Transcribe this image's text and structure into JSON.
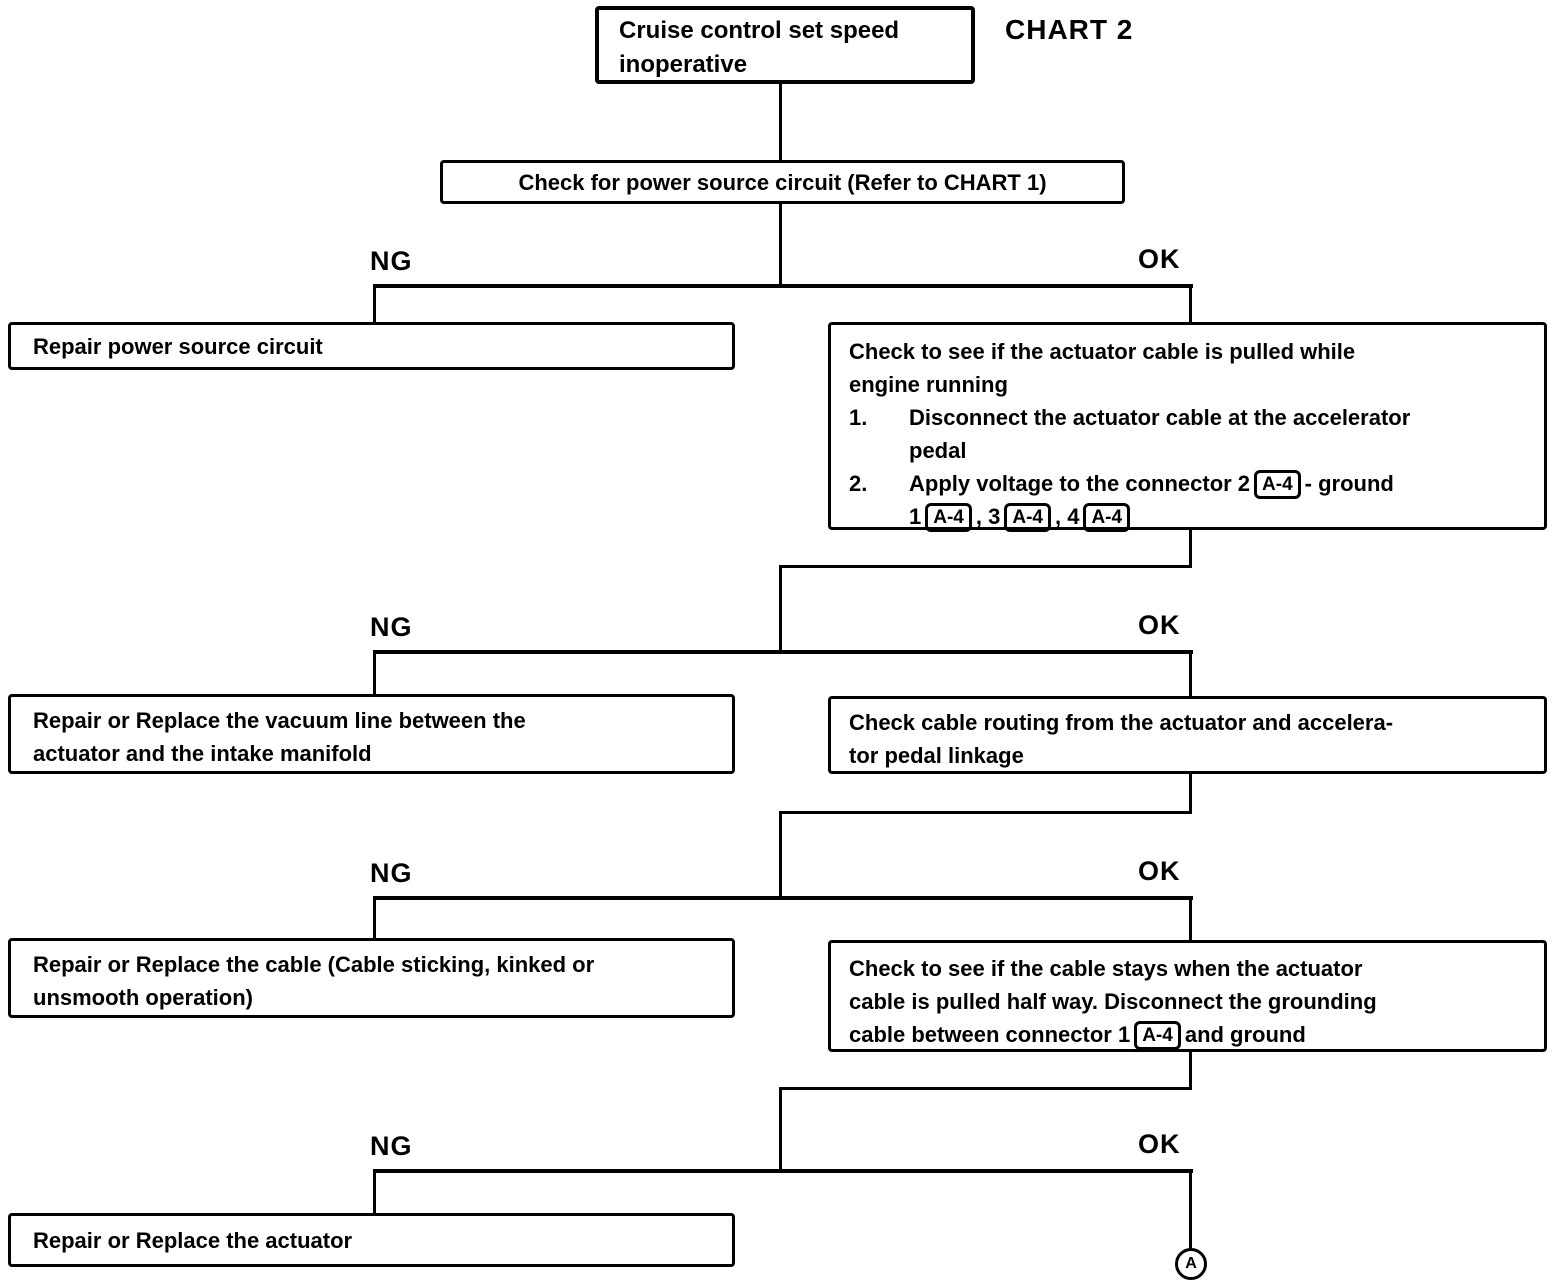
{
  "chart_label": "CHART 2",
  "branch_label_ng": "NG",
  "branch_label_ok": "OK",
  "chip_label": "A-4",
  "connector_circle_label": "A",
  "nodes": {
    "root": {
      "line1": "Cruise control set speed",
      "line2": "inoperative"
    },
    "check_power": {
      "text": "Check for power source circuit (Refer to CHART 1)"
    },
    "repair_power": {
      "text": "Repair power source circuit"
    },
    "check_actuator_pull": {
      "intro_line1": "Check to see if the actuator cable is pulled while",
      "intro_line2": "engine running",
      "item1_num": "1.",
      "item1_line1": "Disconnect the actuator cable at the accelerator",
      "item1_line2": "pedal",
      "item2_num": "2.",
      "item2_pre": "Apply voltage to the connector 2",
      "item2_post": "- ground",
      "item2b_p1": "1",
      "item2b_p2": ", 3",
      "item2b_p3": ", 4"
    },
    "repair_vacuum": {
      "line1": "Repair or Replace the vacuum line between the",
      "line2": "actuator and the intake manifold"
    },
    "check_routing": {
      "line1": "Check cable routing from the actuator and accelera-",
      "line2": "tor pedal linkage"
    },
    "repair_cable": {
      "line1": "Repair or Replace the cable (Cable sticking, kinked or",
      "line2": "unsmooth operation)"
    },
    "check_cable_stays": {
      "line1": "Check to see if the cable stays when the actuator",
      "line2": "cable is pulled half way. Disconnect the grounding",
      "line3_pre": "cable between connector 1",
      "line3_post": "and ground"
    },
    "repair_actuator": {
      "text": "Repair or Replace the actuator"
    }
  }
}
